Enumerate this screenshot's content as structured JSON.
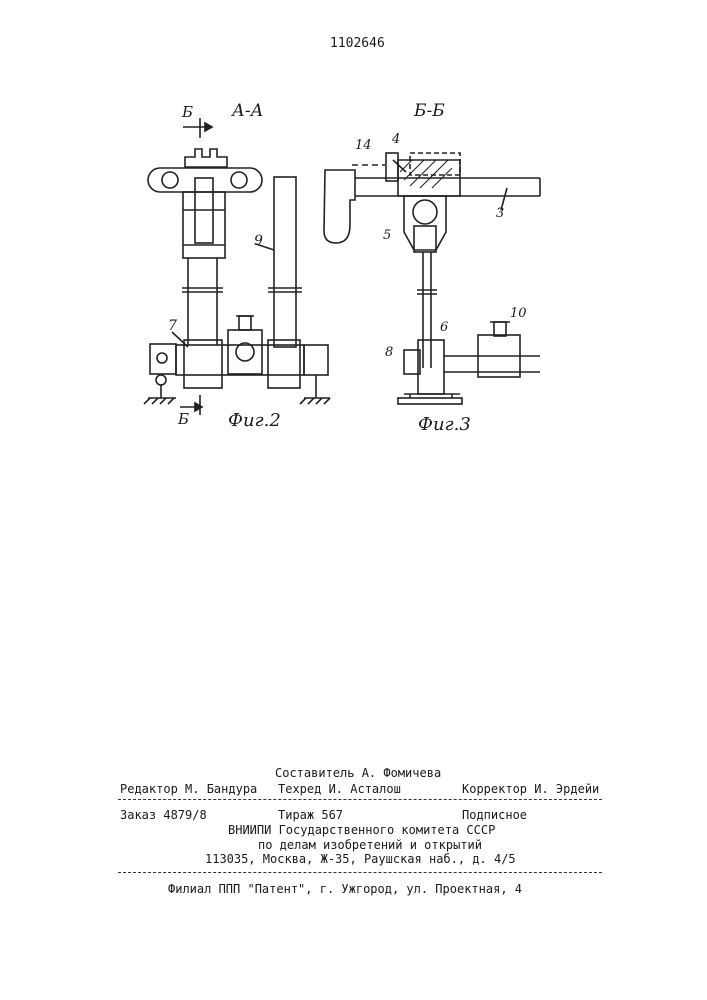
{
  "patent_number": "1102646",
  "figures": {
    "fig2": {
      "section_title": "А-А",
      "cut_marker_top": "Б",
      "cut_marker_bottom": "Б",
      "caption": "Фиг.2",
      "labels": {
        "part7": "7",
        "part9": "9"
      }
    },
    "fig3": {
      "section_title": "Б-Б",
      "caption": "Фиг.3",
      "labels": {
        "part14": "14",
        "part4": "4",
        "part3": "3",
        "part5": "5",
        "part10": "10",
        "part8": "8",
        "part6": "6"
      }
    }
  },
  "colophon": {
    "compiler": "Составитель А. Фомичева",
    "editor": "Редактор М. Бандура",
    "techred": "Техред И. Асталош",
    "corrector": "Корректор И. Эрдейи",
    "order": "Заказ 4879/8",
    "circulation": "Тираж 567",
    "subscription": "Подписное",
    "org_line1": "ВНИИПИ Государственного комитета СССР",
    "org_line2": "по делам изобретений и открытий",
    "address": "113035, Москва, Ж-35, Раушская наб., д. 4/5",
    "branch": "Филиал ППП \"Патент\", г. Ужгород, ул. Проектная, 4"
  }
}
